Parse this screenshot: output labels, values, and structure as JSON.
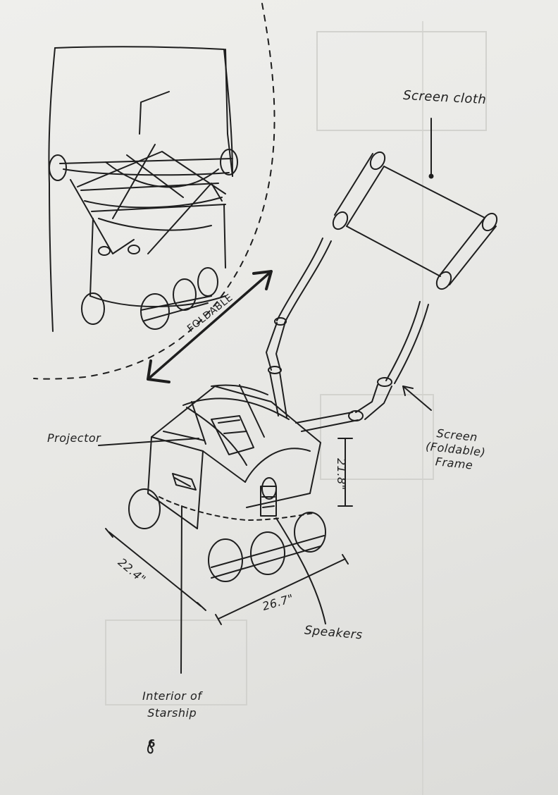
{
  "labels": {
    "screen_cloth": "Screen cloth",
    "foldable": "FOLDABLE",
    "projector": "Projector",
    "screen_frame_line1": "Screen",
    "screen_frame_line2": "(Foldable)",
    "screen_frame_line3": "Frame",
    "height_dim": "21.8\"",
    "depth_dim": "22.4\"",
    "width_dim": "26.7\"",
    "speakers": "Speakers",
    "interior_line1": "Interior of",
    "interior_line2": "Starship",
    "page_mark": "6"
  }
}
